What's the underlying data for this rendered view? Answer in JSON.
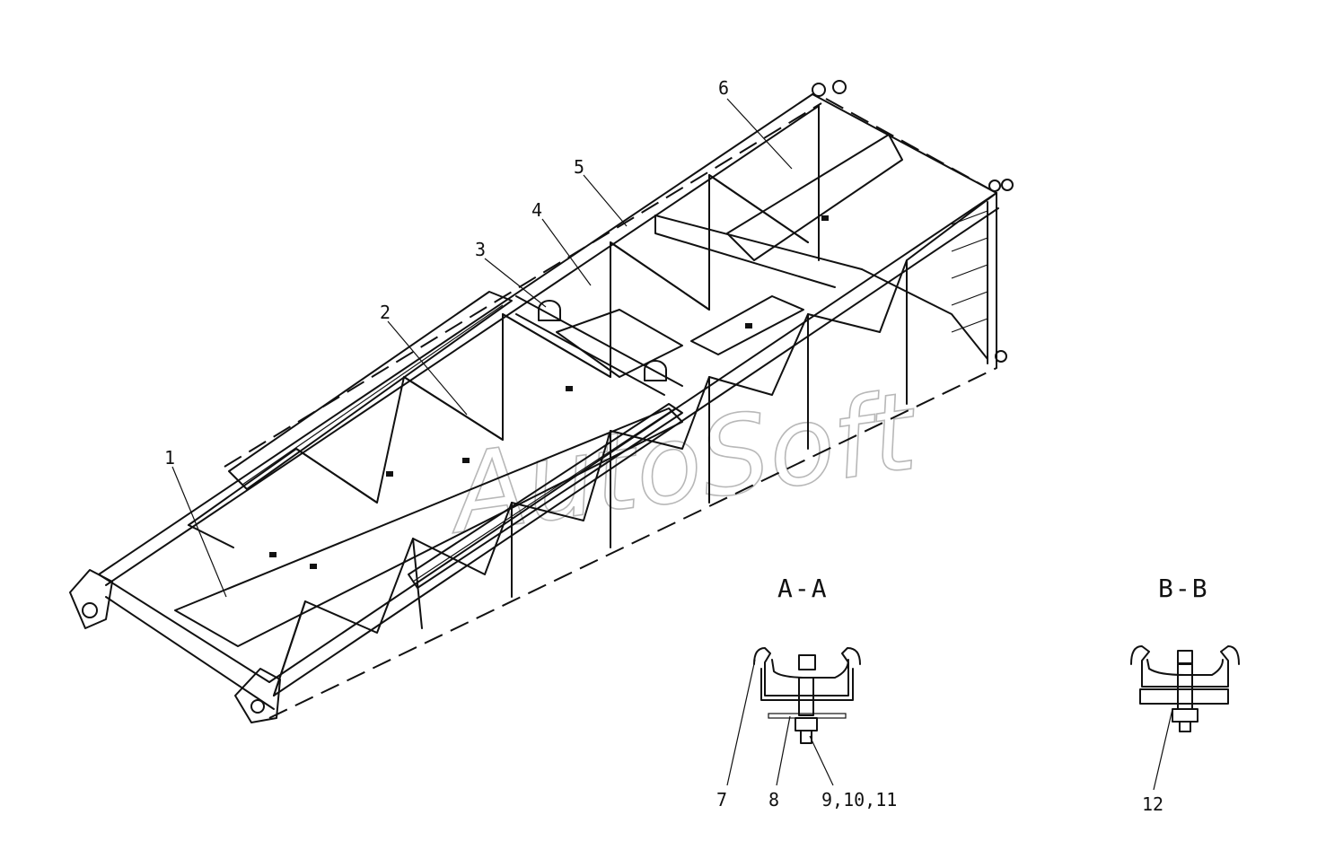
{
  "watermark": "AutoSoft",
  "sections": {
    "aa": {
      "title": "A-A",
      "callouts": [
        "7",
        "8",
        "9,10,11"
      ]
    },
    "bb": {
      "title": "B-B",
      "callouts": [
        "12"
      ]
    }
  },
  "callouts": [
    "1",
    "2",
    "3",
    "4",
    "5",
    "6"
  ]
}
